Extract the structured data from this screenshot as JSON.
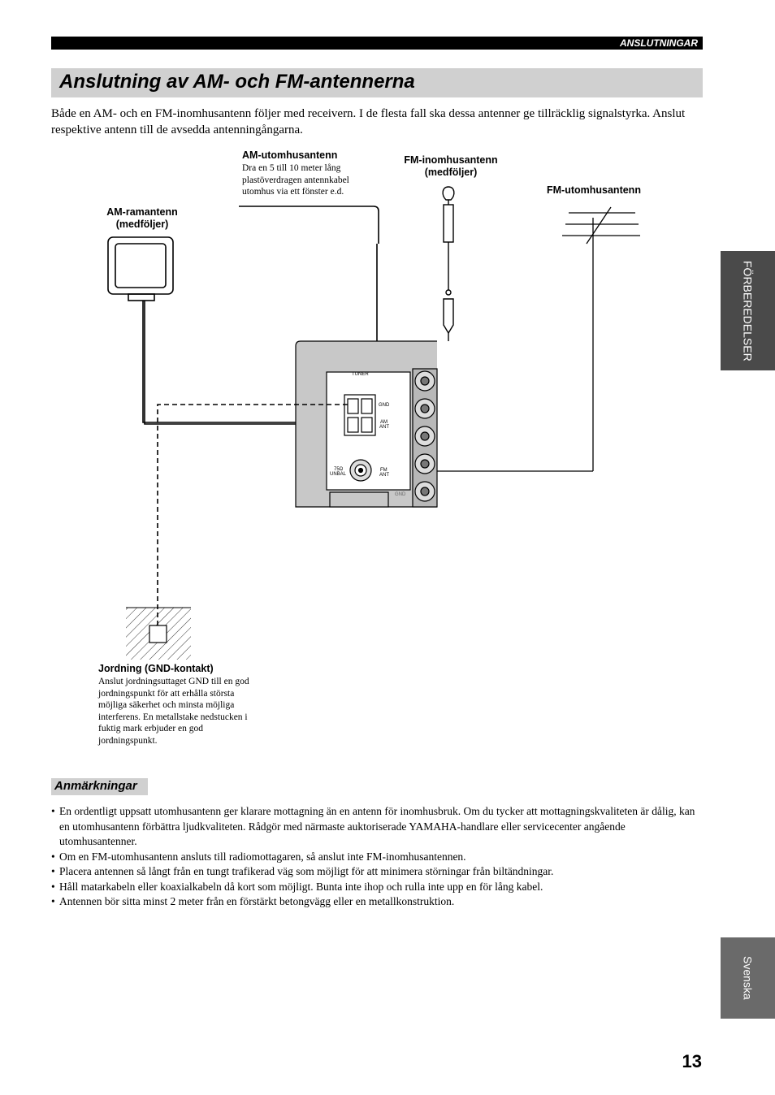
{
  "header": {
    "section": "ANSLUTNINGAR"
  },
  "title": "Anslutning av AM- och FM-antennerna",
  "intro": "Både en AM- och en FM-inomhusantenn följer med receivern. I de flesta fall ska dessa antenner ge tillräcklig signalstyrka. Anslut respektive antenn till de avsedda antenningångarna.",
  "diagram": {
    "am_outdoor": {
      "label": "AM-utomhusantenn",
      "desc": [
        "Dra en 5 till 10 meter lång",
        "plastöverdragen antennkabel",
        "utomhus via ett fönster e.d."
      ]
    },
    "fm_indoor": {
      "label_line1": "FM-inomhusantenn",
      "label_line2": "(medföljer)"
    },
    "fm_outdoor": {
      "label": "FM-utomhusantenn"
    },
    "am_loop": {
      "label_line1": "AM-ramantenn",
      "label_line2": "(medföljer)"
    },
    "panel": {
      "tuner": "TUNER",
      "gnd": "GND",
      "am_ant_1": "AM",
      "am_ant_2": "ANT",
      "ohm_1": "75Ω",
      "ohm_2": "UNBAL",
      "fm_ant_1": "FM",
      "fm_ant_2": "ANT",
      "gnd2": "GND"
    },
    "ground": {
      "label": "Jordning (GND-kontakt)",
      "desc": [
        "Anslut jordningsuttaget GND till en god",
        "jordningspunkt för att erhålla största",
        "möjliga säkerhet och minsta möjliga",
        "interferens. En metallstake nedstucken i",
        "fuktig mark erbjuder en god",
        "jordningspunkt."
      ]
    }
  },
  "notes": {
    "title": "Anmärkningar",
    "items": [
      "En ordentligt uppsatt utomhusantenn ger klarare mottagning än en antenn för inomhusbruk. Om du tycker att mottagningskvaliteten är dålig, kan en utomhusantenn förbättra ljudkvaliteten. Rådgör med närmaste auktoriserade YAMAHA-handlare eller servicecenter angående utomhusantenner.",
      "Om en FM-utomhusantenn ansluts till radiomottagaren, så anslut inte FM-inomhusantennen.",
      "Placera antennen så långt från en tungt trafikerad väg som möjligt för att minimera störningar från biltändningar.",
      "Håll matarkabeln eller koaxialkabeln då kort som möjligt. Bunta inte ihop och rulla inte upp en för lång kabel.",
      "Antennen bör sitta minst 2 meter från en förstärkt betongvägg eller en metallkonstruktion."
    ]
  },
  "side_tabs": {
    "top": "FÖRBEREDELSER",
    "bottom": "Svenska"
  },
  "page_number": "13"
}
